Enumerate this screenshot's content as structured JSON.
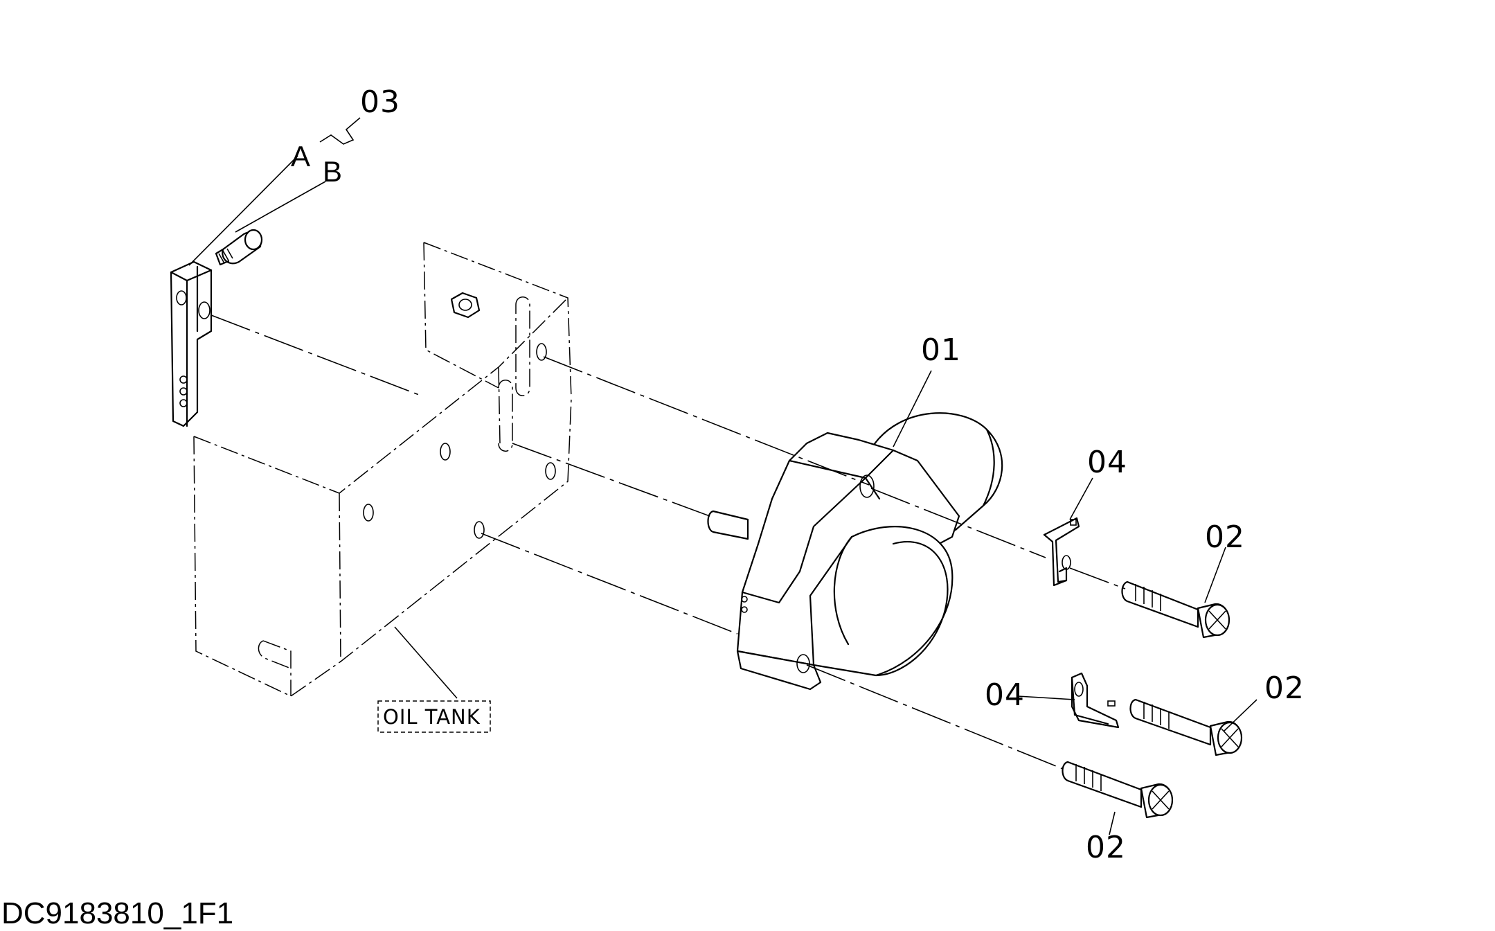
{
  "drawing": {
    "id": "DC9183810_1F1",
    "reference": {
      "label": "OIL TANK"
    },
    "callouts": [
      {
        "key": "part-01",
        "text": "01"
      },
      {
        "key": "part-02-upper",
        "text": "02"
      },
      {
        "key": "part-02-middle",
        "text": "02"
      },
      {
        "key": "part-02-lower",
        "text": "02"
      },
      {
        "key": "part-03",
        "text": "03"
      },
      {
        "key": "part-04-upper",
        "text": "04"
      },
      {
        "key": "part-04-lower",
        "text": "04"
      }
    ],
    "sub_labels": {
      "a": "A",
      "b": "B"
    }
  }
}
